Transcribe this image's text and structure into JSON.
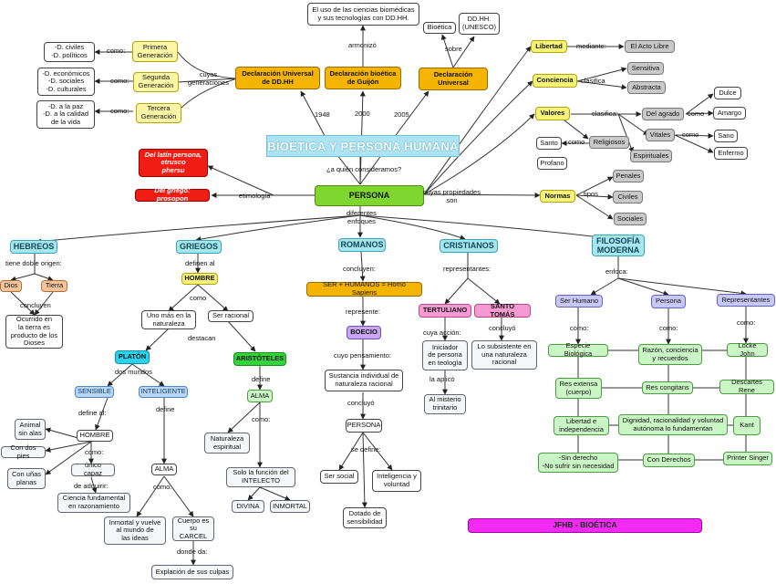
{
  "title": "BIOÉTICA Y PERSONA HUMANA",
  "author_tag": "JFHB - BIOÉTICA",
  "nodes": {
    "uso_ciencias": "El uso de las ciencias biomédicas\ny sus tecnologías con DD.HH.",
    "bioetica_small": "Bioética",
    "ddhh_unesco": "DD.HH.\n(UNESCO)",
    "civiles": "-D. civiles\n-D. políticos",
    "primera": "Primera\nGeneración",
    "economicos": "-D. económicos\n-D. sociales\n-D. culturales",
    "segunda": "Segunda\nGeneración",
    "paz": "-D. a la paz\n-D. a la calidad\nde la vida",
    "tercera": "Tercera\nGeneración",
    "decl_ddhh": "Declaración Universal\nde DD.HH",
    "decl_guijon": "Declaración bioética\nde Guijón",
    "decl_universal": "Declaración\nUniversal",
    "libertad": "Libertad",
    "acto_libre": "El Acto Libre",
    "conciencia": "Conciencia",
    "sensitiva": "Sensitiva",
    "abstracta": "Abstracta",
    "valores": "Valores",
    "del_agrado": "Del agrado",
    "dulce": "Dulce",
    "amargo": "Amargo",
    "vitales": "Vitales",
    "sano": "Sano",
    "enfermo": "Enfermo",
    "espirituales": "Espirituales",
    "religiosos": "Religiosos",
    "santo": "Santo",
    "profano": "Profano",
    "latin": "Del latín persona,\netrusco\nphersu",
    "griego": "Del griego: prosopon",
    "persona": "PERSONA",
    "normas": "Normas",
    "penales": "Penales",
    "civiles_n": "Civiles",
    "sociales": "Sociales",
    "hebreos": "HEBREOS",
    "dios": "Dios",
    "tierra": "Tierra",
    "ocurrido": "Ocurrido en\nla tierra es\nproducto de los\nDioses",
    "griegos": "GRIEGOS",
    "hombre_g": "HOMBRE",
    "uno_mas": "Uno más en la\nnaturaleza",
    "ser_racional": "Ser racional",
    "platon": "PLATÓN",
    "aristoteles": "ARISTÓTELES",
    "sensible": "SENSIBLE",
    "inteligente": "INTELIGENTE",
    "hombre_p": "HOMBRE",
    "animal": "Animal\nsin alas",
    "con_dos_pies": "Con dos pies",
    "con_unas": "Con uñas\nplanas",
    "unico_capaz": "único capaz",
    "ciencia_fund": "Ciencia fundamental\nen razonamiento",
    "alma_p": "ALMA",
    "inmortal": "Inmortal y vuelve\nal mundo de\nlas ideas",
    "cuerpo_carcel": "Cuerpo es\nsu CARCEL",
    "explacion": "Explación de sus culpas",
    "alma_a": "ALMA",
    "naturaleza_esp": "Naturaleza\nespiritual",
    "solo_funcion": "Solo la función del\nINTELECTO",
    "divina": "DIVINA",
    "inmortal_a": "INMORTAL",
    "romanos": "ROMANOS",
    "ser_humanos": "SER + HUMANOS = Homo Sapiens",
    "boecio": "BOECIO",
    "sustancia": "Sustancia individual de\nnaturaleza racional",
    "persona_r": "PERSONA",
    "ser_social": "Ser social",
    "inteligencia_vol": "Inteligencia y\nvoluntad",
    "dotado": "Dotado de\nsensibilidad",
    "cristianos": "CRISTIANOS",
    "tertuliano": "TERTULIANO",
    "santo_tomas": "SANTO TOMÁS",
    "iniciador": "Iniciador\nde persona\nen teología",
    "misterio": "Al misterio\ntrinitario",
    "subsistente": "Lo subsistente en\nuna naturaleza\nracional",
    "filosofia": "FILOSOFÍA\nMODERNA",
    "ser_humano": "Ser Humano",
    "persona_f": "Persona",
    "representantes_f": "Representantes",
    "especie": "Especie Biológica",
    "razon": "Razón, conciencia\ny recuerdos",
    "locke": "Locke John",
    "res_extensa": "Res extensa\n(cuerpo)",
    "res_cogitans": "Res congitans",
    "descartes": "Descartes Rene",
    "libertad_ind": "Libertad e\nindependencia",
    "dignidad": "Dignidad, racionalidad y voluntad\nautónoma lo fundamentan",
    "kant": "Kant",
    "sin_derecho": "-Sin derecho\n-No sufrir sin necesidad",
    "con_derechos": "Con Derechos",
    "singer": "Printer Singer"
  },
  "labels": {
    "armonizo": "armonizó",
    "sobre": "sobre",
    "como1": "como:",
    "como2": "como:",
    "como3": "como:",
    "cuyas_gen": "cuyas\ngeneraciones",
    "y1948": "1948",
    "y2000": "2000",
    "y2005": "2005",
    "mediante": "mediante:",
    "clasifica": "clasifica",
    "clasifica2": "clasifica:",
    "como_v": "como",
    "como_vit": "como",
    "como_rel": "como",
    "quien": "¿a quién consideramos?",
    "etimologia": "etimología",
    "cuyas_prop": "cuyas propiedades\nson",
    "tipos": "tipos",
    "diferentes": "diferentes\nenfoques",
    "tiene_doble": "tiene doble origen:",
    "concluyen_h": "concluyen",
    "definen_al": "definen al",
    "como_g": "como",
    "destacan": "destacan",
    "dos_mundos": "dos mundos",
    "define_al": "define al:",
    "define_i": "define",
    "como_h": "como:",
    "de_adquirir": "de adquirir:",
    "como_alma": "como:",
    "donde_da": "donde da:",
    "define_a": "define",
    "como_a": "como:",
    "concluyen_r": "concluyen:",
    "represente": "represente:",
    "cuyo_pens": "cuyo pensamiento:",
    "concluyo_r": "concluyó",
    "se_define": "se define:",
    "representantes": "representantes:",
    "cuya_accion": "cuya acción:",
    "la_aplico": "la aplicó",
    "concluyo_t": "concluyó",
    "enfoca": "enfoca:",
    "como_sh": "como:",
    "como_pf": "como:",
    "como_rp": "como:"
  }
}
